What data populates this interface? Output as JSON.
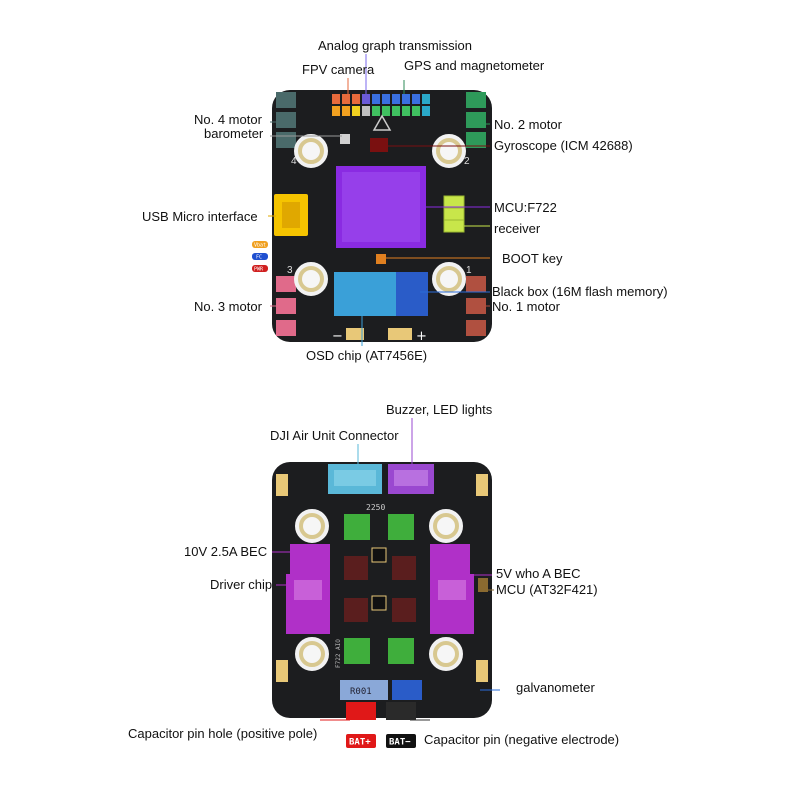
{
  "top_board": {
    "corner_numbers": [
      "4",
      "2",
      "3",
      "1"
    ],
    "plus_sign": "+",
    "minus_sign": "−",
    "signal_tags": [
      "Vbat",
      "FC",
      "PWR"
    ],
    "labels": {
      "analog": "Analog graph transmission",
      "fpv": "FPV camera",
      "gps": "GPS and magnetometer",
      "motor4": "No. 4 motor",
      "barometer": "barometer",
      "motor2": "No. 2 motor",
      "gyro": "Gyroscope (ICM 42688)",
      "usb": "USB Micro interface",
      "mcu": "MCU:F722",
      "receiver": "receiver",
      "boot": "BOOT key",
      "blackbox": "Black box (16M flash memory)",
      "motor3": "No. 3 motor",
      "motor1": "No. 1 motor",
      "osd": "OSD chip (AT7456E)"
    }
  },
  "bottom_board": {
    "chip_text": "2250",
    "side_text": "F722 AIO",
    "resistor_text": "R001",
    "labels": {
      "buzzer": "Buzzer, LED lights",
      "dji": "DJI Air Unit Connector",
      "bec10": "10V 2.5A BEC",
      "driver": "Driver chip",
      "bec5": "5V who A BEC",
      "mcu": "MCU (AT32F421)",
      "galv": "galvanometer",
      "cap_pos": "Capacitor pin hole (positive pole)",
      "cap_neg": "Capacitor pin (negative electrode)",
      "bat_pos": "BAT+",
      "bat_neg": "BAT−"
    }
  },
  "colors": {
    "board": "#1c1d1f",
    "mcu": "#8a2be2",
    "flash": "#2a5cc8",
    "osd": "#3aa0d8",
    "gyro": "#7a1010",
    "usb": "#f5c400",
    "driver": "#b030c8",
    "dji": "#5ab8d8",
    "buzzer": "#9a48d0",
    "mosfet": "#3fae3c",
    "bat_pos": "#e01818",
    "bat_neg": "#111111",
    "leader_fpv": "#e76a3c",
    "leader_analog": "#7b68ee",
    "leader_gps": "#2e8b57",
    "leader_rx": "#c8e64a",
    "leader_boot": "#e08020",
    "leader_blue": "#2a6cd8"
  }
}
